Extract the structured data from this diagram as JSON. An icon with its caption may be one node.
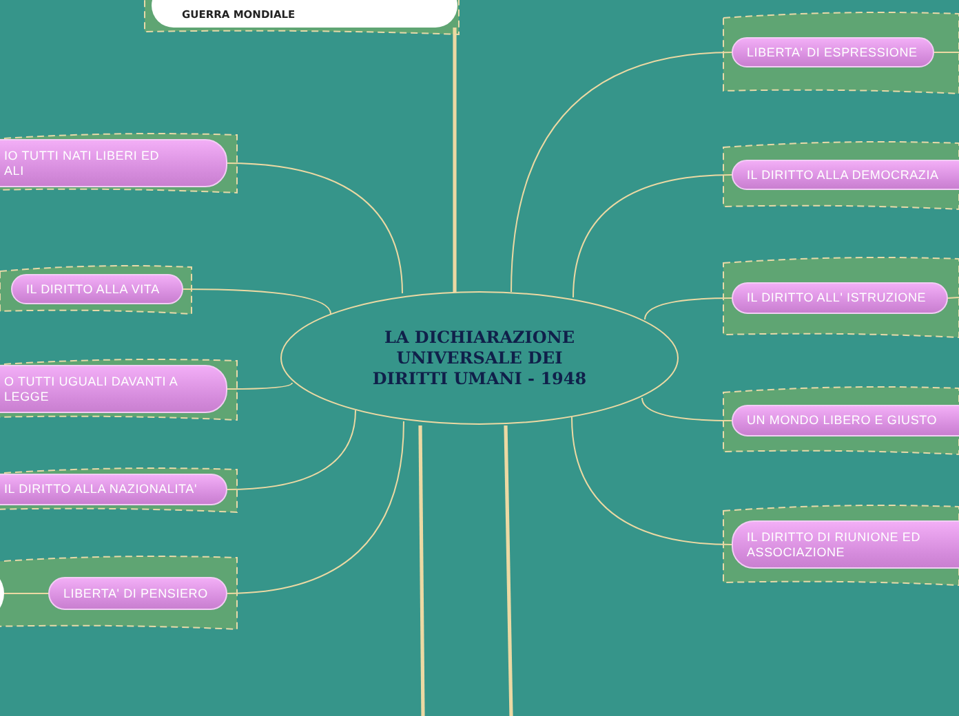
{
  "diagram": {
    "nodes": [
      {
        "text": [
          "GUERRA MONDIALE"
        ]
      },
      {
        "text": [
          "LA DICHIARAZIONE UNIVERSALE DEI DIRITTI UMANI - 1948"
        ]
      },
      {
        "text": [
          "IO TUTTI NATI LIBERI ED ALI"
        ]
      },
      {
        "text": [
          "IL DIRITTO ALLA VITA"
        ]
      },
      {
        "text": [
          "O TUTTI UGUALI DAVANTI A LEGGE"
        ]
      },
      {
        "text": [
          "IL DIRITTO ALLA NAZIONALITA'"
        ]
      },
      {
        "text": [
          "LIBERTA' DI PENSIERO"
        ]
      },
      {
        "text": [],
        "shape": "circle"
      },
      {
        "text": [
          "LIBERTA' DI ESPRESSIONE"
        ]
      },
      {
        "text": [
          "IL DIRITTO ALLA DEMOCRAZIA"
        ]
      },
      {
        "text": [
          "IL DIRITTO ALL' ISTRUZIONE"
        ]
      },
      {
        "text": [
          "UN MONDO LIBERO E GIUSTO"
        ]
      },
      {
        "text": [
          "IL DIRITTO DI RIUNIONE ED ASSOCIAZIONE"
        ]
      }
    ],
    "edges": [
      {
        "from": 1,
        "to": 2,
        "arrow": "none"
      },
      {
        "from": 1,
        "to": 3,
        "arrow": "none"
      },
      {
        "from": 1,
        "to": 4,
        "arrow": "none"
      },
      {
        "from": 1,
        "to": 5,
        "arrow": "none"
      },
      {
        "from": 1,
        "to": 6,
        "arrow": "none"
      },
      {
        "from": 6,
        "to": 7,
        "arrow": "none"
      },
      {
        "from": 1,
        "to": 8,
        "arrow": "none"
      },
      {
        "from": 1,
        "to": 9,
        "arrow": "none"
      },
      {
        "from": 1,
        "to": 10,
        "arrow": "none"
      },
      {
        "from": 1,
        "to": 11,
        "arrow": "none"
      },
      {
        "from": 1,
        "to": 12,
        "arrow": "none"
      },
      {
        "from": 8,
        "to": null,
        "arrow": "none"
      },
      {
        "from": 10,
        "to": null,
        "arrow": "none"
      },
      {
        "from": 1,
        "to": 0,
        "arrow": "none",
        "style": "thick"
      },
      {
        "from": 1,
        "to": null,
        "arrow": "none",
        "style": "thick"
      },
      {
        "from": 1,
        "to": null,
        "arrow": "none",
        "style": "thick"
      }
    ]
  }
}
